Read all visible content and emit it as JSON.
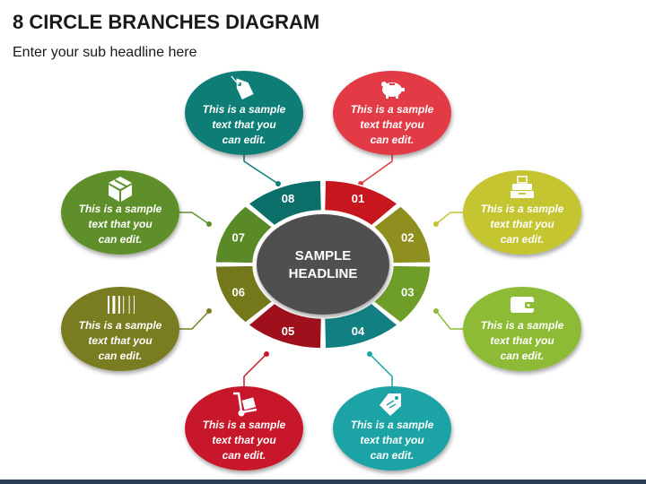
{
  "title": "8 CIRCLE BRANCHES DIAGRAM",
  "subtitle": "Enter your sub headline here",
  "center": {
    "line1": "SAMPLE",
    "line2": "HEADLINE",
    "color": "#505050"
  },
  "branches": [
    {
      "number": "01",
      "icon": "piggy-bank-icon",
      "color": "#e23a45",
      "segment_color": "#c8161e",
      "text": [
        "This is a sample",
        "text that you",
        "can edit."
      ]
    },
    {
      "number": "02",
      "icon": "cash-register-icon",
      "color": "#c5c530",
      "segment_color": "#8f8f1f",
      "text": [
        "This is a sample",
        "text that you",
        "can edit."
      ]
    },
    {
      "number": "03",
      "icon": "wallet-icon",
      "color": "#8dbb34",
      "segment_color": "#6e9e27",
      "text": [
        "This is a sample",
        "text that you",
        "can edit."
      ]
    },
    {
      "number": "04",
      "icon": "price-tag-icon",
      "color": "#1aa3a6",
      "segment_color": "#127f82",
      "text": [
        "This is a sample",
        "text that you",
        "can edit."
      ]
    },
    {
      "number": "05",
      "icon": "hand-truck-icon",
      "color": "#c8192b",
      "segment_color": "#a0101c",
      "text": [
        "This is a sample",
        "text that you",
        "can edit."
      ]
    },
    {
      "number": "06",
      "icon": "barcode-icon",
      "color": "#7a7c21",
      "segment_color": "#75771b",
      "text": [
        "This is a sample",
        "text that you",
        "can edit."
      ]
    },
    {
      "number": "07",
      "icon": "package-box-icon",
      "color": "#5f8f2b",
      "segment_color": "#5a8a25",
      "text": [
        "This is a sample",
        "text that you",
        "can edit."
      ]
    },
    {
      "number": "08",
      "icon": "tag-icon",
      "color": "#0e7d76",
      "segment_color": "#0d6f69",
      "text": [
        "This is a sample",
        "text that you",
        "can edit."
      ]
    }
  ]
}
